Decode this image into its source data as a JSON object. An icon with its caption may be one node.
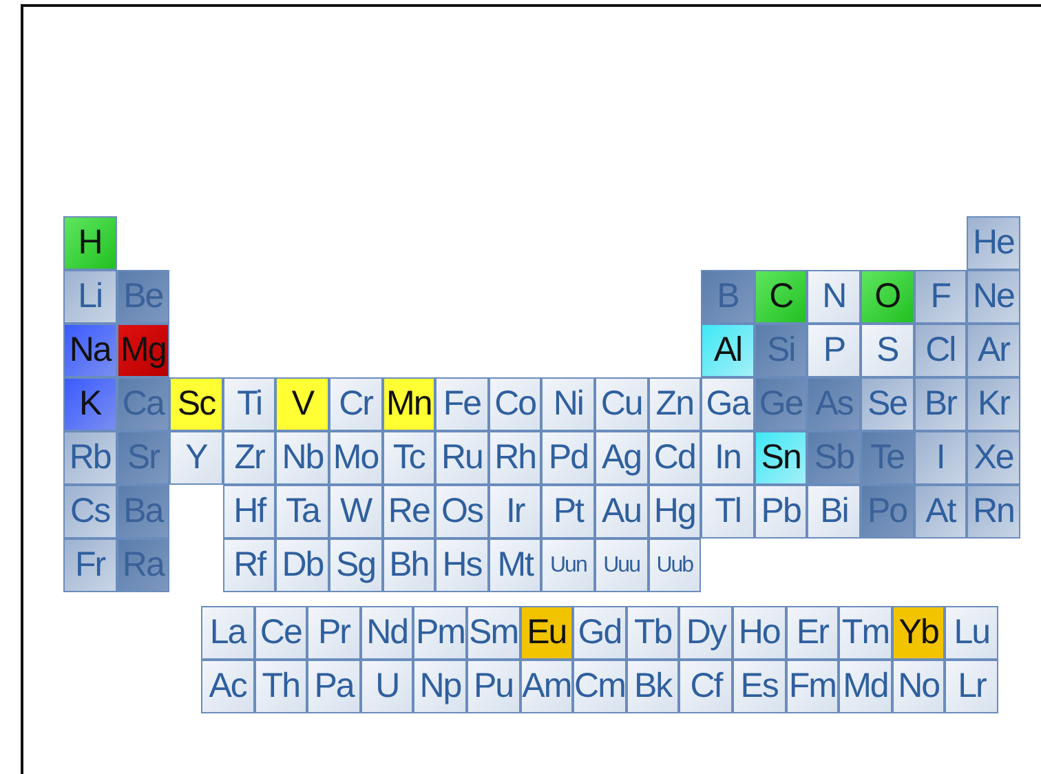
{
  "diagram": {
    "labels": [
      "H",
      "He",
      "Li",
      "Be",
      "B",
      "C",
      "N",
      "O",
      "F",
      "Ne",
      "Na",
      "Mg",
      "Al",
      "Si",
      "P",
      "S",
      "Cl",
      "Ar",
      "K",
      "Ca",
      "Sc",
      "Ti",
      "V",
      "Cr",
      "Mn",
      "Fe",
      "Co",
      "Ni",
      "Cu",
      "Zn",
      "Ga",
      "Ge",
      "As",
      "Se",
      "Br",
      "Kr",
      "Rb",
      "Sr",
      "Y",
      "Zr",
      "Nb",
      "Mo",
      "Tc",
      "Ru",
      "Rh",
      "Pd",
      "Ag",
      "Cd",
      "In",
      "Sn",
      "Sb",
      "Te",
      "I",
      "Xe",
      "Cs",
      "Ba",
      "Hf",
      "Ta",
      "W",
      "Re",
      "Os",
      "Ir",
      "Pt",
      "Au",
      "Hg",
      "Tl",
      "Pb",
      "Bi",
      "Po",
      "At",
      "Rn",
      "Fr",
      "Ra",
      "Rf",
      "Db",
      "Sg",
      "Bh",
      "Hs",
      "Mt",
      "Uun",
      "Uuu",
      "Uub",
      "La",
      "Ce",
      "Pr",
      "Nd",
      "Pm",
      "Sm",
      "Eu",
      "Gd",
      "Tb",
      "Dy",
      "Ho",
      "Er",
      "Tm",
      "Yb",
      "Lu",
      "Ac",
      "Th",
      "Pa",
      "U",
      "Np",
      "Pu",
      "Am",
      "Cm",
      "Bk",
      "Cf",
      "Es",
      "Fm",
      "Md",
      "No",
      "Lr"
    ]
  }
}
